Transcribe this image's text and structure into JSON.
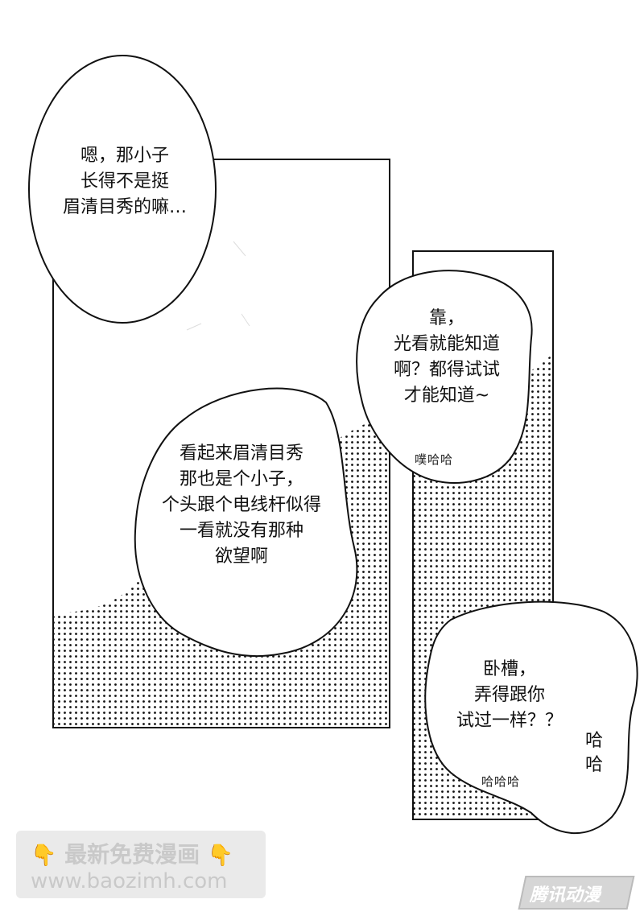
{
  "bubbles": {
    "top_left": {
      "lines": [
        "嗯，那小子",
        "长得不是挺",
        "眉清目秀的嘛…"
      ]
    },
    "center": {
      "lines": [
        "看起来眉清目秀",
        "那也是个小子，",
        "个头跟个电线杆似得",
        "一看就没有那种",
        "欲望啊"
      ]
    },
    "upper_right": {
      "lines": [
        "靠，",
        "光看就能知道",
        "啊？都得试试",
        "才能知道~"
      ],
      "sfx": "噗哈哈"
    },
    "lower_right": {
      "lines": [
        "卧槽，",
        "弄得跟你",
        "试过一样？？"
      ],
      "sfx": "哈哈哈",
      "side_sfx": [
        "哈",
        "哈"
      ]
    }
  },
  "watermark": {
    "hand_icon": "pointing-down-hand",
    "title": "最新免费漫画",
    "url": "www.baozimh.com"
  },
  "logo": {
    "text": "腾讯动漫"
  },
  "colors": {
    "ink": "#111111",
    "paper": "#ffffff",
    "watermark_text": "#c9c9c9",
    "hand": "#f2b234"
  }
}
